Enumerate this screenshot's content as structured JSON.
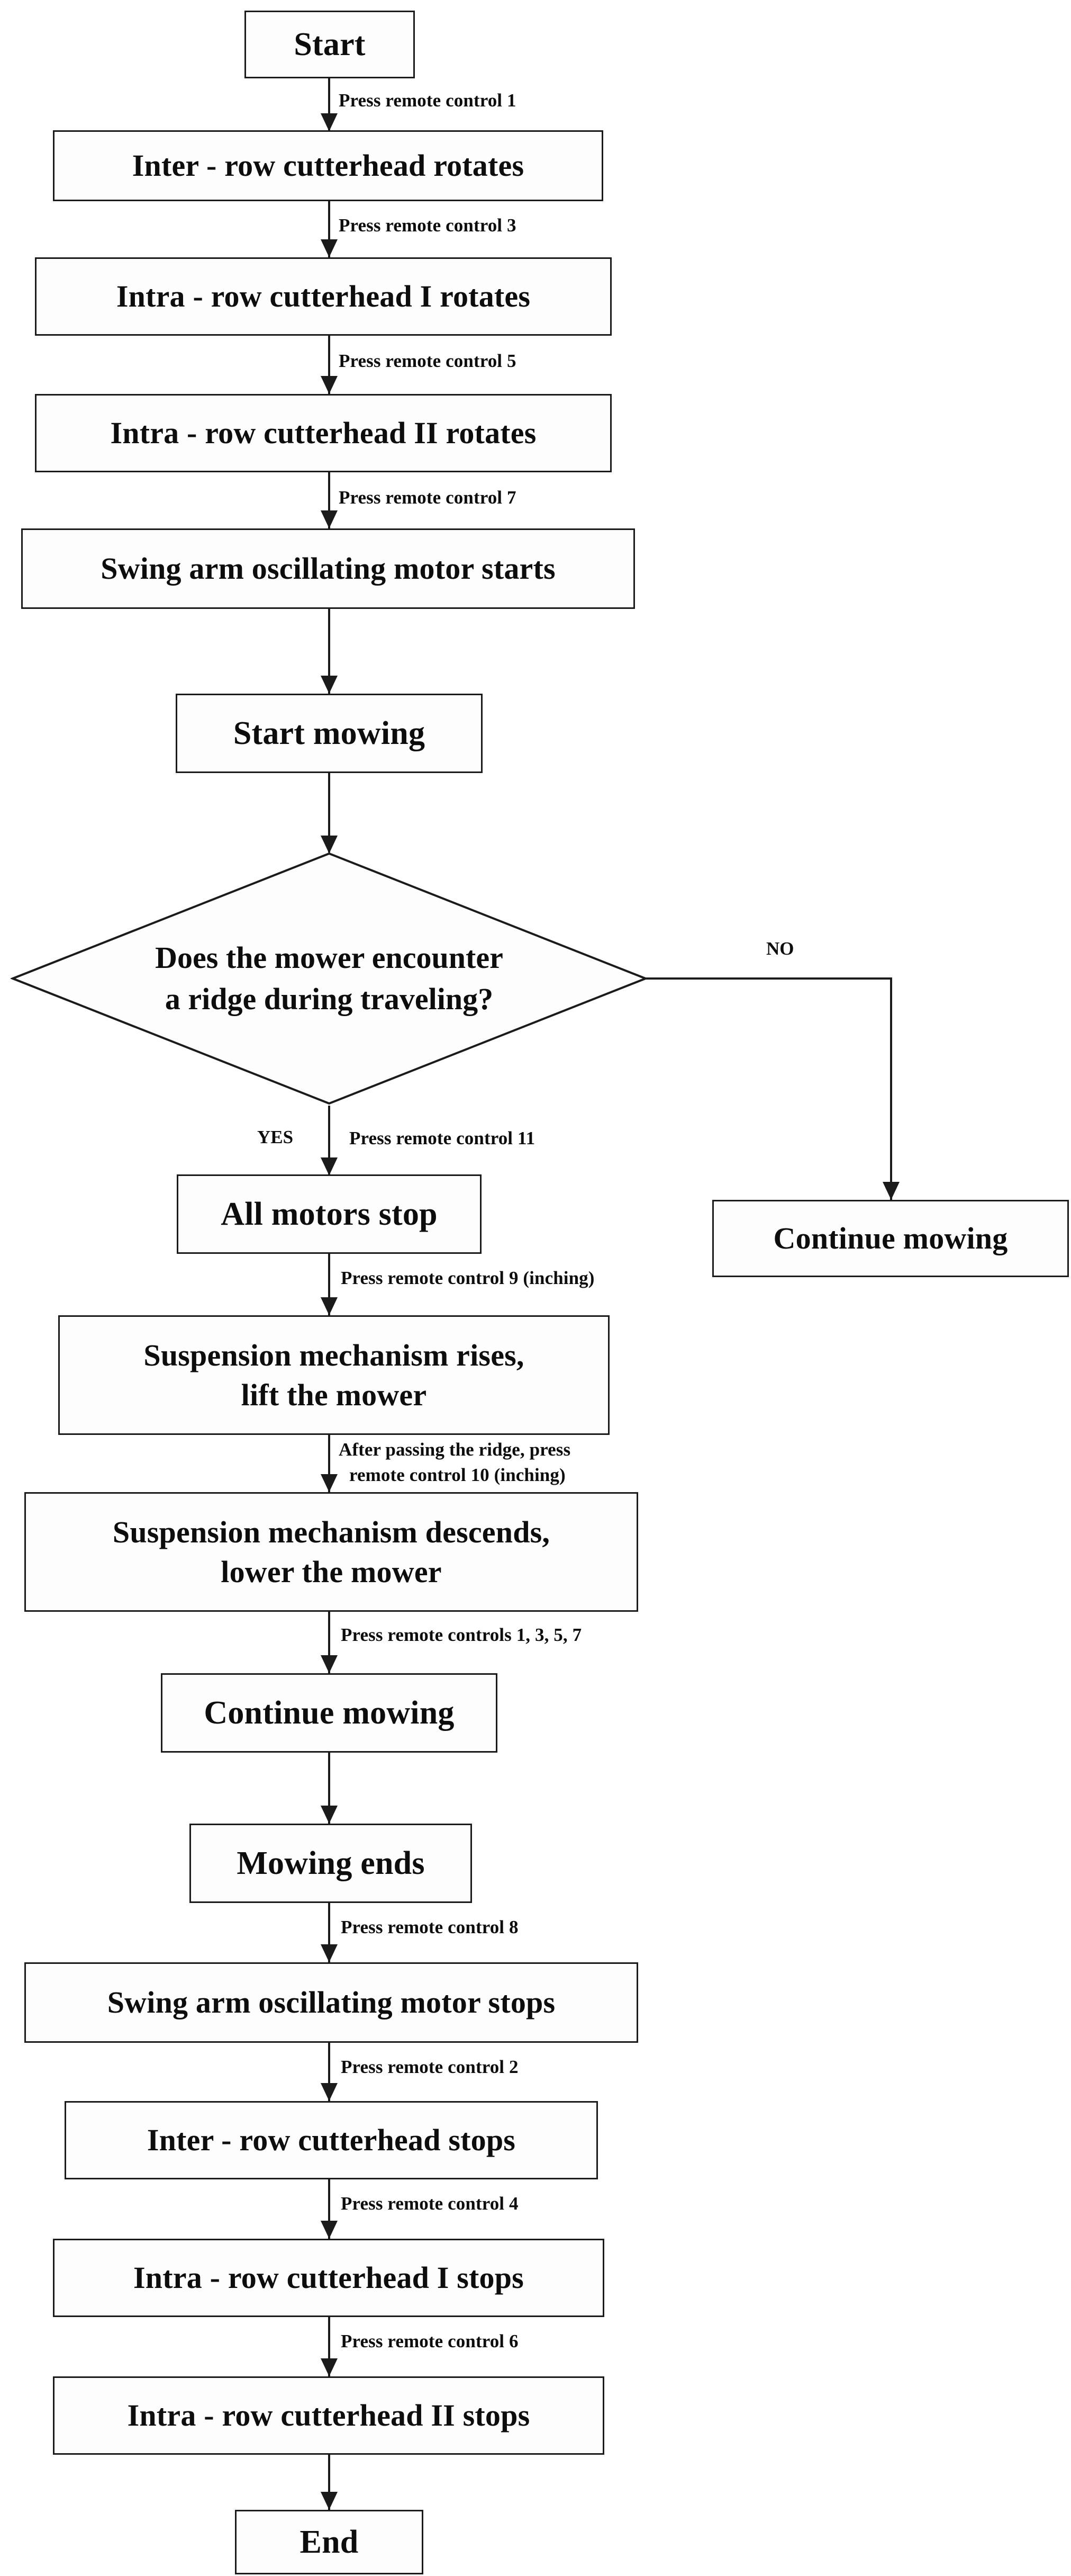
{
  "diagram": {
    "type": "flowchart",
    "title_text": "",
    "colors": {
      "stroke": "#1b1b1b",
      "fill": "#fdfdfd",
      "text": "#0d0d0d",
      "background": "#ffffff"
    },
    "nodes": [
      {
        "id": "start",
        "shape": "rect",
        "label": "Start"
      },
      {
        "id": "inter_rotates",
        "shape": "rect",
        "label": "Inter - row cutterhead rotates"
      },
      {
        "id": "intra1_rotates",
        "shape": "rect",
        "label": "Intra - row cutterhead I rotates"
      },
      {
        "id": "intra2_rotates",
        "shape": "rect",
        "label": "Intra - row cutterhead II rotates"
      },
      {
        "id": "swing_starts",
        "shape": "rect",
        "label": "Swing arm oscillating motor starts"
      },
      {
        "id": "start_mowing",
        "shape": "rect",
        "label": "Start mowing"
      },
      {
        "id": "decision_ridge",
        "shape": "diamond",
        "label_line1": "Does the mower encounter",
        "label_line2": "a ridge during traveling?"
      },
      {
        "id": "continue_no",
        "shape": "rect",
        "label": "Continue mowing"
      },
      {
        "id": "all_motors_stop",
        "shape": "rect",
        "label": "All motors stop"
      },
      {
        "id": "susp_rises",
        "shape": "rect",
        "label_line1": "Suspension mechanism rises,",
        "label_line2": "lift the mower"
      },
      {
        "id": "susp_descends",
        "shape": "rect",
        "label_line1": "Suspension mechanism descends,",
        "label_line2": "lower the mower"
      },
      {
        "id": "continue_yes",
        "shape": "rect",
        "label": "Continue mowing"
      },
      {
        "id": "mowing_ends",
        "shape": "rect",
        "label": "Mowing ends"
      },
      {
        "id": "swing_stops",
        "shape": "rect",
        "label": "Swing arm oscillating motor stops"
      },
      {
        "id": "inter_stops",
        "shape": "rect",
        "label": "Inter - row cutterhead stops"
      },
      {
        "id": "intra1_stops",
        "shape": "rect",
        "label": "Intra - row cutterhead I stops"
      },
      {
        "id": "intra2_stops",
        "shape": "rect",
        "label": "Intra - row cutterhead II stops"
      },
      {
        "id": "end",
        "shape": "rect",
        "label": "End"
      }
    ],
    "edge_labels": {
      "e1": "Press remote control 1",
      "e2": "Press remote control 3",
      "e3": "Press remote control 5",
      "e4": "Press remote control 7",
      "e5": "",
      "e6": "",
      "yes": "YES",
      "no": "NO",
      "e7": "Press remote control 11",
      "e8": "Press remote control 9 (inching)",
      "e9a": "After passing the ridge, press",
      "e9b": "remote control 10 (inching)",
      "e10": "Press remote controls 1, 3, 5, 7",
      "e11": "",
      "e12": "Press remote control 8",
      "e13": "Press remote control 2",
      "e14": "Press remote control 4",
      "e15": "Press remote control 6",
      "e16": ""
    }
  }
}
